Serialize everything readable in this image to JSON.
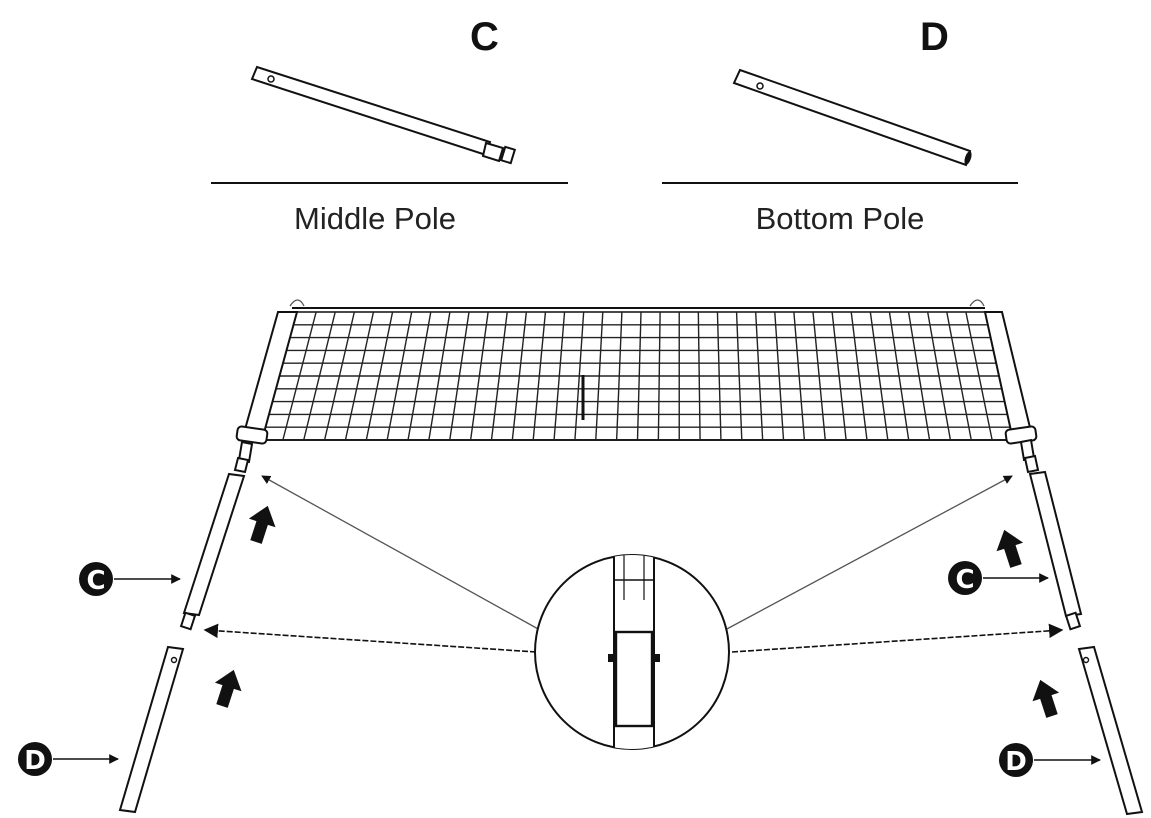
{
  "labels": {
    "c_header": "C",
    "d_header": "D",
    "middle_pole_caption": "Middle Pole",
    "bottom_pole_caption": "Bottom Pole",
    "callout_c_left": "C",
    "callout_d_left": "D",
    "callout_c_right": "C",
    "callout_d_right": "D"
  },
  "icons": {
    "arrow": "up-arrow-icon",
    "badge": "circle-letter-badge"
  },
  "colors": {
    "ink": "#111111",
    "paper": "#ffffff"
  }
}
